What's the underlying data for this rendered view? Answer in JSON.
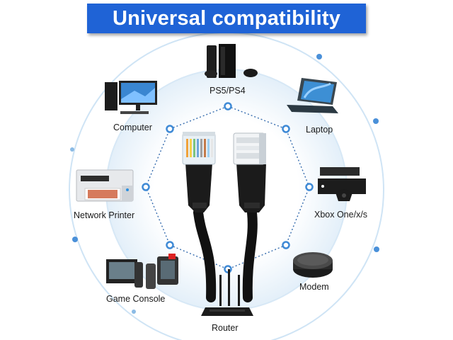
{
  "title": "Universal compatibility",
  "devices": [
    {
      "id": "ps5-ps4",
      "label": "PS5/PS4",
      "icon": "game-console-tower-icon"
    },
    {
      "id": "laptop",
      "label": "Laptop",
      "icon": "laptop-icon"
    },
    {
      "id": "xbox",
      "label": "Xbox One/x/s",
      "icon": "xbox-console-icon"
    },
    {
      "id": "modem",
      "label": "Modem",
      "icon": "modem-icon"
    },
    {
      "id": "router",
      "label": "Router",
      "icon": "router-icon"
    },
    {
      "id": "game-console",
      "label": "Game Console",
      "icon": "handheld-console-icon"
    },
    {
      "id": "network-printer",
      "label": "Network Printer",
      "icon": "printer-icon"
    },
    {
      "id": "computer",
      "label": "Computer",
      "icon": "desktop-computer-icon"
    }
  ],
  "colors": {
    "banner": "#1f63d6",
    "ring": "#cfe4f5",
    "dot": "#4a90d9",
    "cable": "#111111"
  }
}
